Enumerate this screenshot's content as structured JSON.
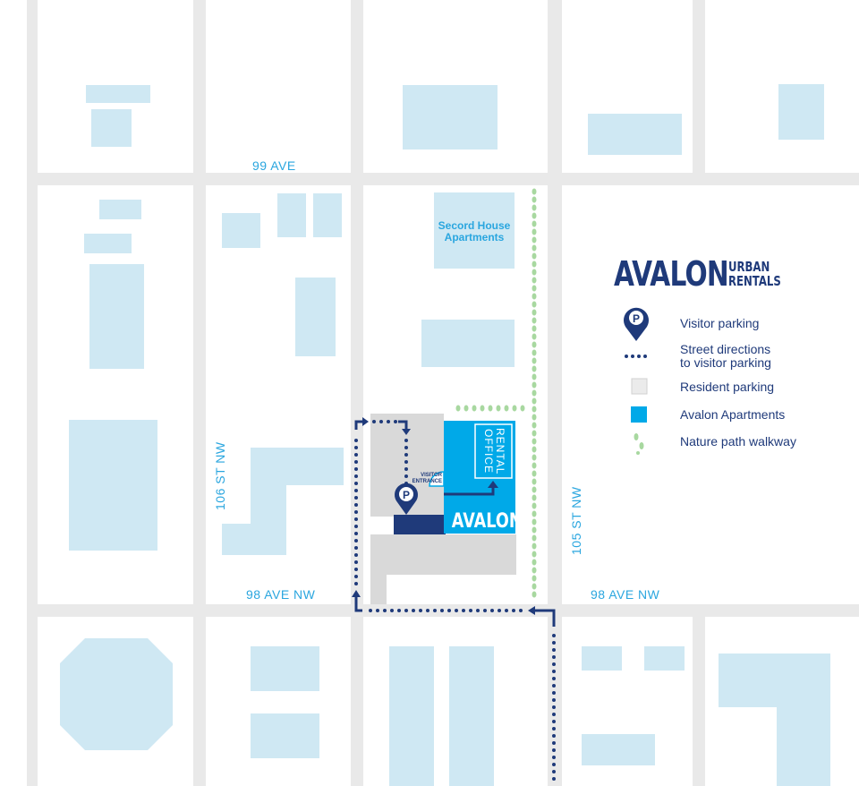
{
  "colors": {
    "street": "#e9e9e9",
    "building": "#cfe8f3",
    "resident_parking": "#d9d9d9",
    "avalon": "#00a9e8",
    "navy": "#1f3a7a",
    "path": "#a8d8a0",
    "label": "#2aa6df"
  },
  "streets": {
    "top_avenue": "99 AVE",
    "bottom_avenue_left": "98 AVE NW",
    "bottom_avenue_right": "98 AVE NW",
    "left_street": "106 ST NW",
    "right_street": "105 ST NW"
  },
  "buildings": {
    "secord_house": "Secord House Apartments"
  },
  "site": {
    "rental_office": "RENTAL OFFICE",
    "visitor_entrance": "VISITOR ENTRANCE",
    "avalon_label": "AVALON",
    "parking_icon": "parking-pin-icon",
    "parking_letter": "P"
  },
  "legend": {
    "brand": "AVALON",
    "brand_sub_1": "URBAN",
    "brand_sub_2": "RENTALS",
    "items": [
      {
        "icon": "parking-pin-icon",
        "label": "Visitor parking"
      },
      {
        "icon": "dotted-line-icon",
        "label_1": "Street directions",
        "label_2": "to visitor parking"
      },
      {
        "icon": "gray-square-icon",
        "label": "Resident parking"
      },
      {
        "icon": "blue-square-icon",
        "label": "Avalon Apartments"
      },
      {
        "icon": "footprints-icon",
        "label": "Nature path walkway"
      }
    ]
  }
}
